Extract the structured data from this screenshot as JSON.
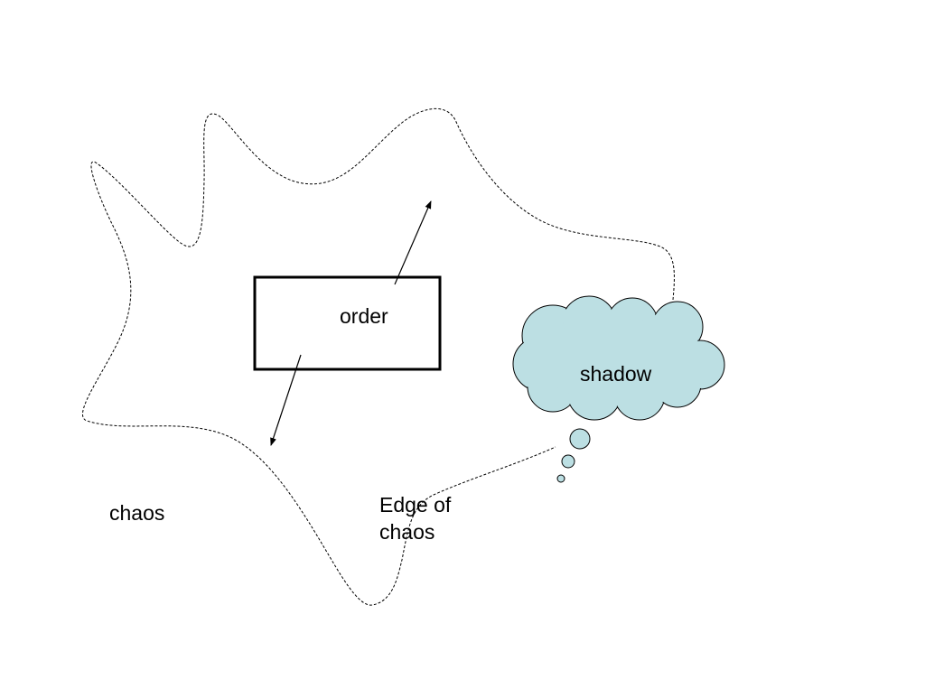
{
  "labels": {
    "order": "order",
    "shadow": "shadow",
    "chaos": "chaos",
    "edge_line1": "Edge of",
    "edge_line2": "chaos"
  },
  "colors": {
    "cloud_fill": "#bcdfe3",
    "stroke": "#000000",
    "background": "#ffffff"
  }
}
